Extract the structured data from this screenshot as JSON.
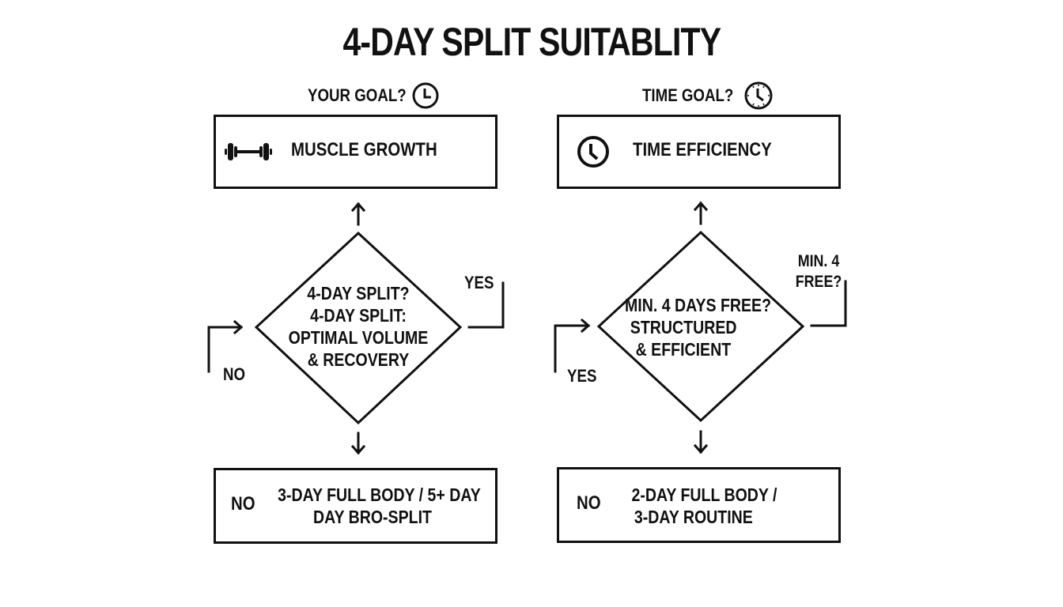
{
  "title": "4-DAY SPLIT SUITABLITY",
  "left_column": {
    "question": "YOUR GOAL?",
    "question_icon": "clock-icon",
    "goal_box": {
      "icon": "dumbbell-icon",
      "label": "MUSCLE GROWTH"
    },
    "decision": {
      "lines": [
        "4-DAY SPLIT?",
        "4-DAY SPLIT:",
        "OPTIMAL VOLUME",
        "& RECOVERY"
      ]
    },
    "yes_label": "YES",
    "no_label": "NO",
    "result_box": {
      "prefix": "NO",
      "lines": [
        "3-DAY FULL BODY / 5+ DAY",
        "DAY BRO-SPLIT"
      ]
    }
  },
  "right_column": {
    "question": "TIME GOAL?",
    "question_icon": "clock-icon",
    "goal_box": {
      "icon": "clock-icon",
      "label": "TIME EFFICIENCY"
    },
    "decision": {
      "lines": [
        "MIN. 4 DAYS FREE?",
        "STRUCTURED",
        "& EFFICIENT"
      ]
    },
    "side_label": [
      "MIN. 4",
      "FREE?"
    ],
    "yes_label": "YES",
    "result_box": {
      "prefix": "NO",
      "lines": [
        "2-DAY FULL BODY /",
        "3-DAY ROUTINE"
      ]
    }
  },
  "colors": {
    "stroke": "#111111",
    "background": "#ffffff"
  }
}
